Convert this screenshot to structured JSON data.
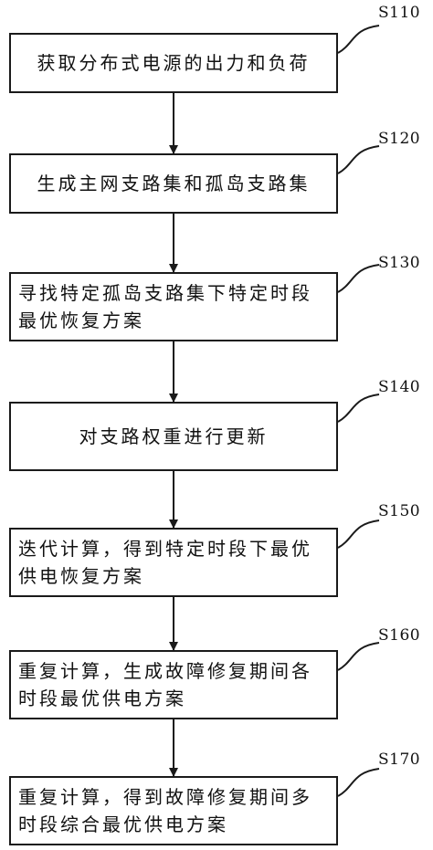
{
  "steps": [
    {
      "id": "S110",
      "text": "获取分布式电源的出力和负荷"
    },
    {
      "id": "S120",
      "text": "生成主网支路集和孤岛支路集"
    },
    {
      "id": "S130",
      "text": "寻找特定孤岛支路集下特定时段最优恢复方案"
    },
    {
      "id": "S140",
      "text": "对支路权重进行更新"
    },
    {
      "id": "S150",
      "text": "迭代计算，得到特定时段下最优供电恢复方案"
    },
    {
      "id": "S160",
      "text": "重复计算，生成故障修复期间各时段最优供电方案"
    },
    {
      "id": "S170",
      "text": "重复计算，得到故障修复期间多时段综合最优供电方案"
    }
  ],
  "colors": {
    "line": "#1a1a1a",
    "text": "#111111",
    "box_border": "#1a1a1a"
  }
}
